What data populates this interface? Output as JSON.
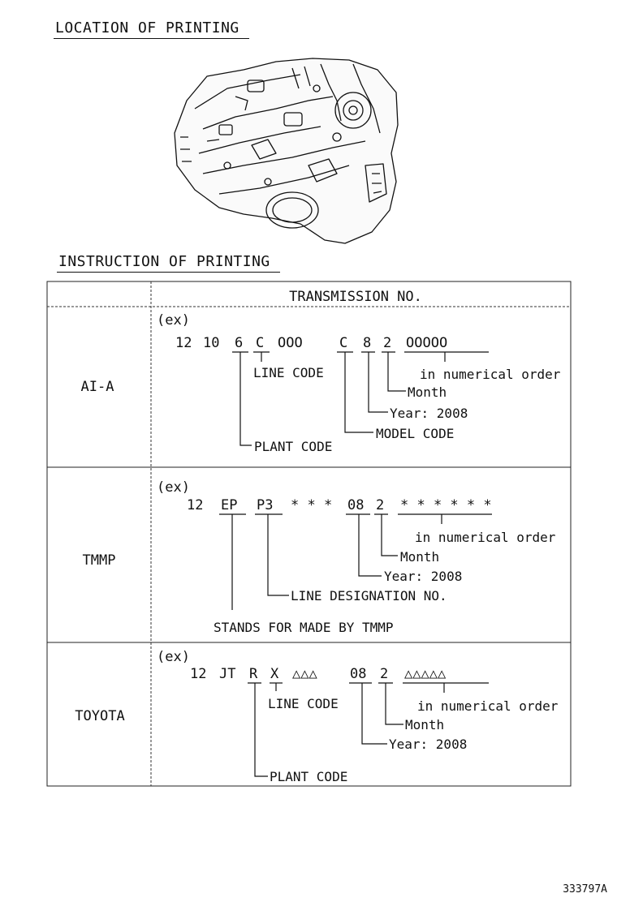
{
  "location_title": "LOCATION OF PRINTING",
  "instruction_title": "INSTRUCTION OF PRINTING",
  "table": {
    "header": "TRANSMISSION NO.",
    "rows": [
      {
        "plant": "AI-A",
        "ex": "(ex)",
        "code": [
          "12",
          "10",
          "6",
          "C",
          "OOO",
          "C",
          "8",
          "2",
          "OOOOO"
        ],
        "labels": {
          "line_code": "LINE CODE",
          "numerical": "in numerical order",
          "month": "Month",
          "year": "Year: 2008",
          "model_code": "MODEL CODE",
          "plant_code": "PLANT CODE"
        }
      },
      {
        "plant": "TMMP",
        "ex": "(ex)",
        "code": [
          "12",
          "EP",
          "P3",
          "* * *",
          "08",
          "2",
          "* * * * * *"
        ],
        "labels": {
          "numerical": "in numerical order",
          "month": "Month",
          "year": "Year: 2008",
          "line_designation": "LINE DESIGNATION NO.",
          "stands_for": "STANDS FOR MADE BY TMMP"
        }
      },
      {
        "plant": "TOYOTA",
        "ex": "(ex)",
        "code": [
          "12",
          "JT",
          "R",
          "X",
          "△△△",
          "08",
          "2",
          "△△△△△"
        ],
        "labels": {
          "line_code": "LINE CODE",
          "numerical": "in numerical order",
          "month": "Month",
          "year": "Year: 2008",
          "plant_code": "PLANT CODE"
        }
      }
    ]
  },
  "reference_id": "333797A"
}
